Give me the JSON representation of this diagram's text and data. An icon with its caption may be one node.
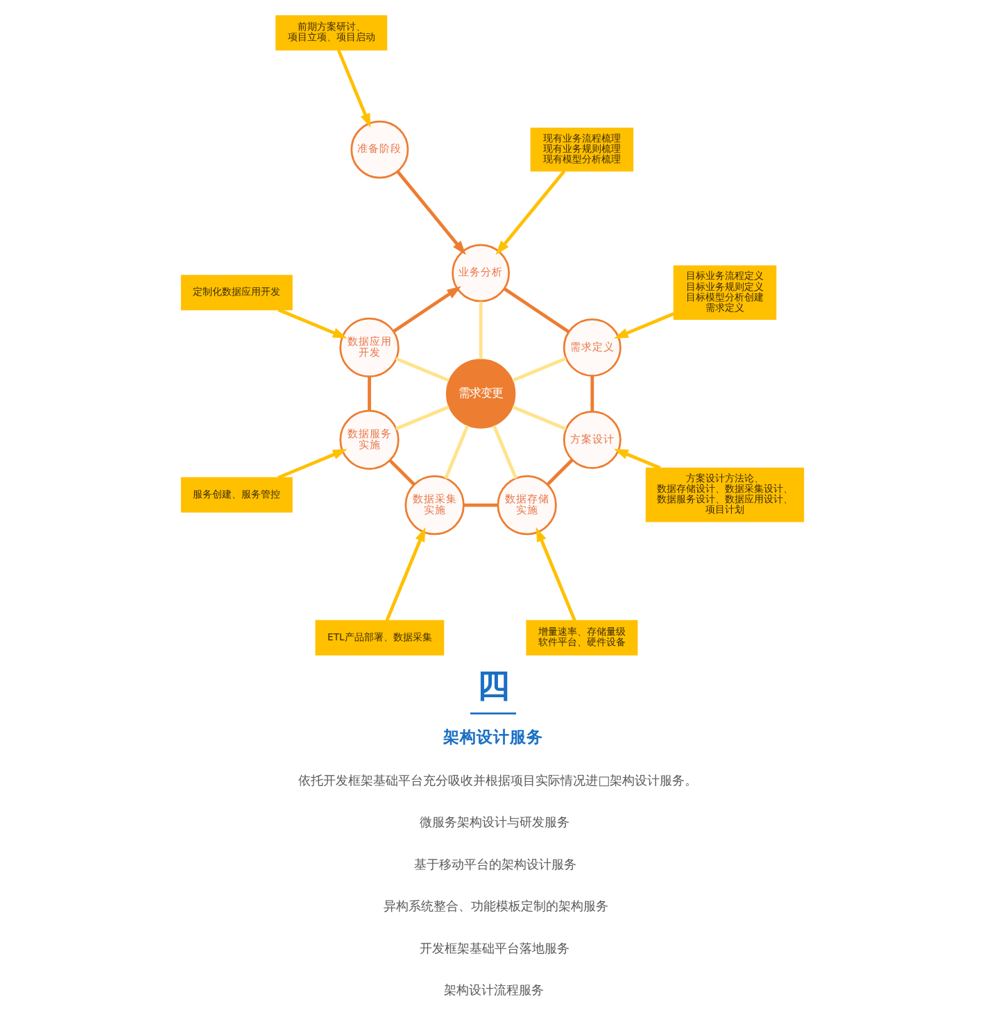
{
  "diagram": {
    "nodes": [
      {
        "text": [
          "准备阶段"
        ]
      },
      {
        "text": [
          "前期方案研讨、项目立项、项目启动"
        ]
      },
      {
        "text": [
          "业务分析"
        ]
      },
      {
        "text": [
          "现有业务流程梳理",
          "现有业务规则梳理",
          "现有模型分析梳理"
        ]
      },
      {
        "text": [
          "数据应用开发"
        ]
      },
      {
        "text": [
          "定制化数据应用开发"
        ]
      },
      {
        "text": [
          "需求定义"
        ]
      },
      {
        "text": [
          "目标业务流程定义",
          "目标业务规则定义",
          "目标模型分析创建",
          "需求定义"
        ]
      },
      {
        "text": [
          "需求变更"
        ]
      },
      {
        "text": [
          "数据服务实施"
        ]
      },
      {
        "text": [
          "服务创建、服务管控"
        ]
      },
      {
        "text": [
          "方案设计"
        ]
      },
      {
        "text": [
          "方案设计方法论、数据存储设计、数据采集设计、数据服务设计、数据应用设计、项目计划"
        ]
      },
      {
        "text": [
          "数据采集实施"
        ]
      },
      {
        "text": [
          "ETL产品部署、数据采集"
        ]
      },
      {
        "text": [
          "数据存储实施"
        ]
      },
      {
        "text": [
          "增量速率、存储量级",
          "软件平台、硬件设备"
        ]
      }
    ],
    "edges": [
      {
        "from": 0,
        "to": 2,
        "arrow": "to"
      },
      {
        "from": 2,
        "to": 6,
        "arrow": "none"
      },
      {
        "from": 6,
        "to": 11,
        "arrow": "none"
      },
      {
        "from": 11,
        "to": 15,
        "arrow": "none"
      },
      {
        "from": 15,
        "to": 13,
        "arrow": "none"
      },
      {
        "from": 13,
        "to": 9,
        "arrow": "none"
      },
      {
        "from": 9,
        "to": 4,
        "arrow": "none"
      },
      {
        "from": 4,
        "to": 2,
        "arrow": "to"
      },
      {
        "from": 8,
        "to": 2,
        "arrow": "none",
        "color": "#ffe38b"
      },
      {
        "from": 8,
        "to": 6,
        "arrow": "none",
        "color": "#ffe38b"
      },
      {
        "from": 8,
        "to": 11,
        "arrow": "none",
        "color": "#ffe38b"
      },
      {
        "from": 8,
        "to": 15,
        "arrow": "none",
        "color": "#ffe38b"
      },
      {
        "from": 8,
        "to": 13,
        "arrow": "none",
        "color": "#ffe38b"
      },
      {
        "from": 8,
        "to": 9,
        "arrow": "none",
        "color": "#ffe38b"
      },
      {
        "from": 8,
        "to": 4,
        "arrow": "none",
        "color": "#ffe38b"
      },
      {
        "from": 1,
        "to": 0,
        "arrow": "to",
        "color": "#ffc000"
      },
      {
        "from": 3,
        "to": 2,
        "arrow": "to",
        "color": "#ffc000"
      },
      {
        "from": 5,
        "to": 4,
        "arrow": "to",
        "color": "#ffc000"
      },
      {
        "from": 7,
        "to": 6,
        "arrow": "to",
        "color": "#ffc000"
      },
      {
        "from": 10,
        "to": 9,
        "arrow": "to",
        "color": "#ffc000"
      },
      {
        "from": 12,
        "to": 11,
        "arrow": "to",
        "color": "#ffc000"
      },
      {
        "from": 14,
        "to": 13,
        "arrow": "to",
        "color": "#ffc000"
      },
      {
        "from": 16,
        "to": 15,
        "arrow": "to",
        "color": "#ffc000"
      }
    ],
    "labels": [
      "四",
      "架构设计服务",
      "依托开发框架基础平台充分吸收并根据项目实际情况进□架构设计服务。",
      "微服务架构设计与研发服务",
      "基于移动平台的架构设计服务",
      "异构系统整合、功能模板定制的架构服务",
      "开发框架基础平台落地服务",
      "架构设计流程服务"
    ]
  }
}
